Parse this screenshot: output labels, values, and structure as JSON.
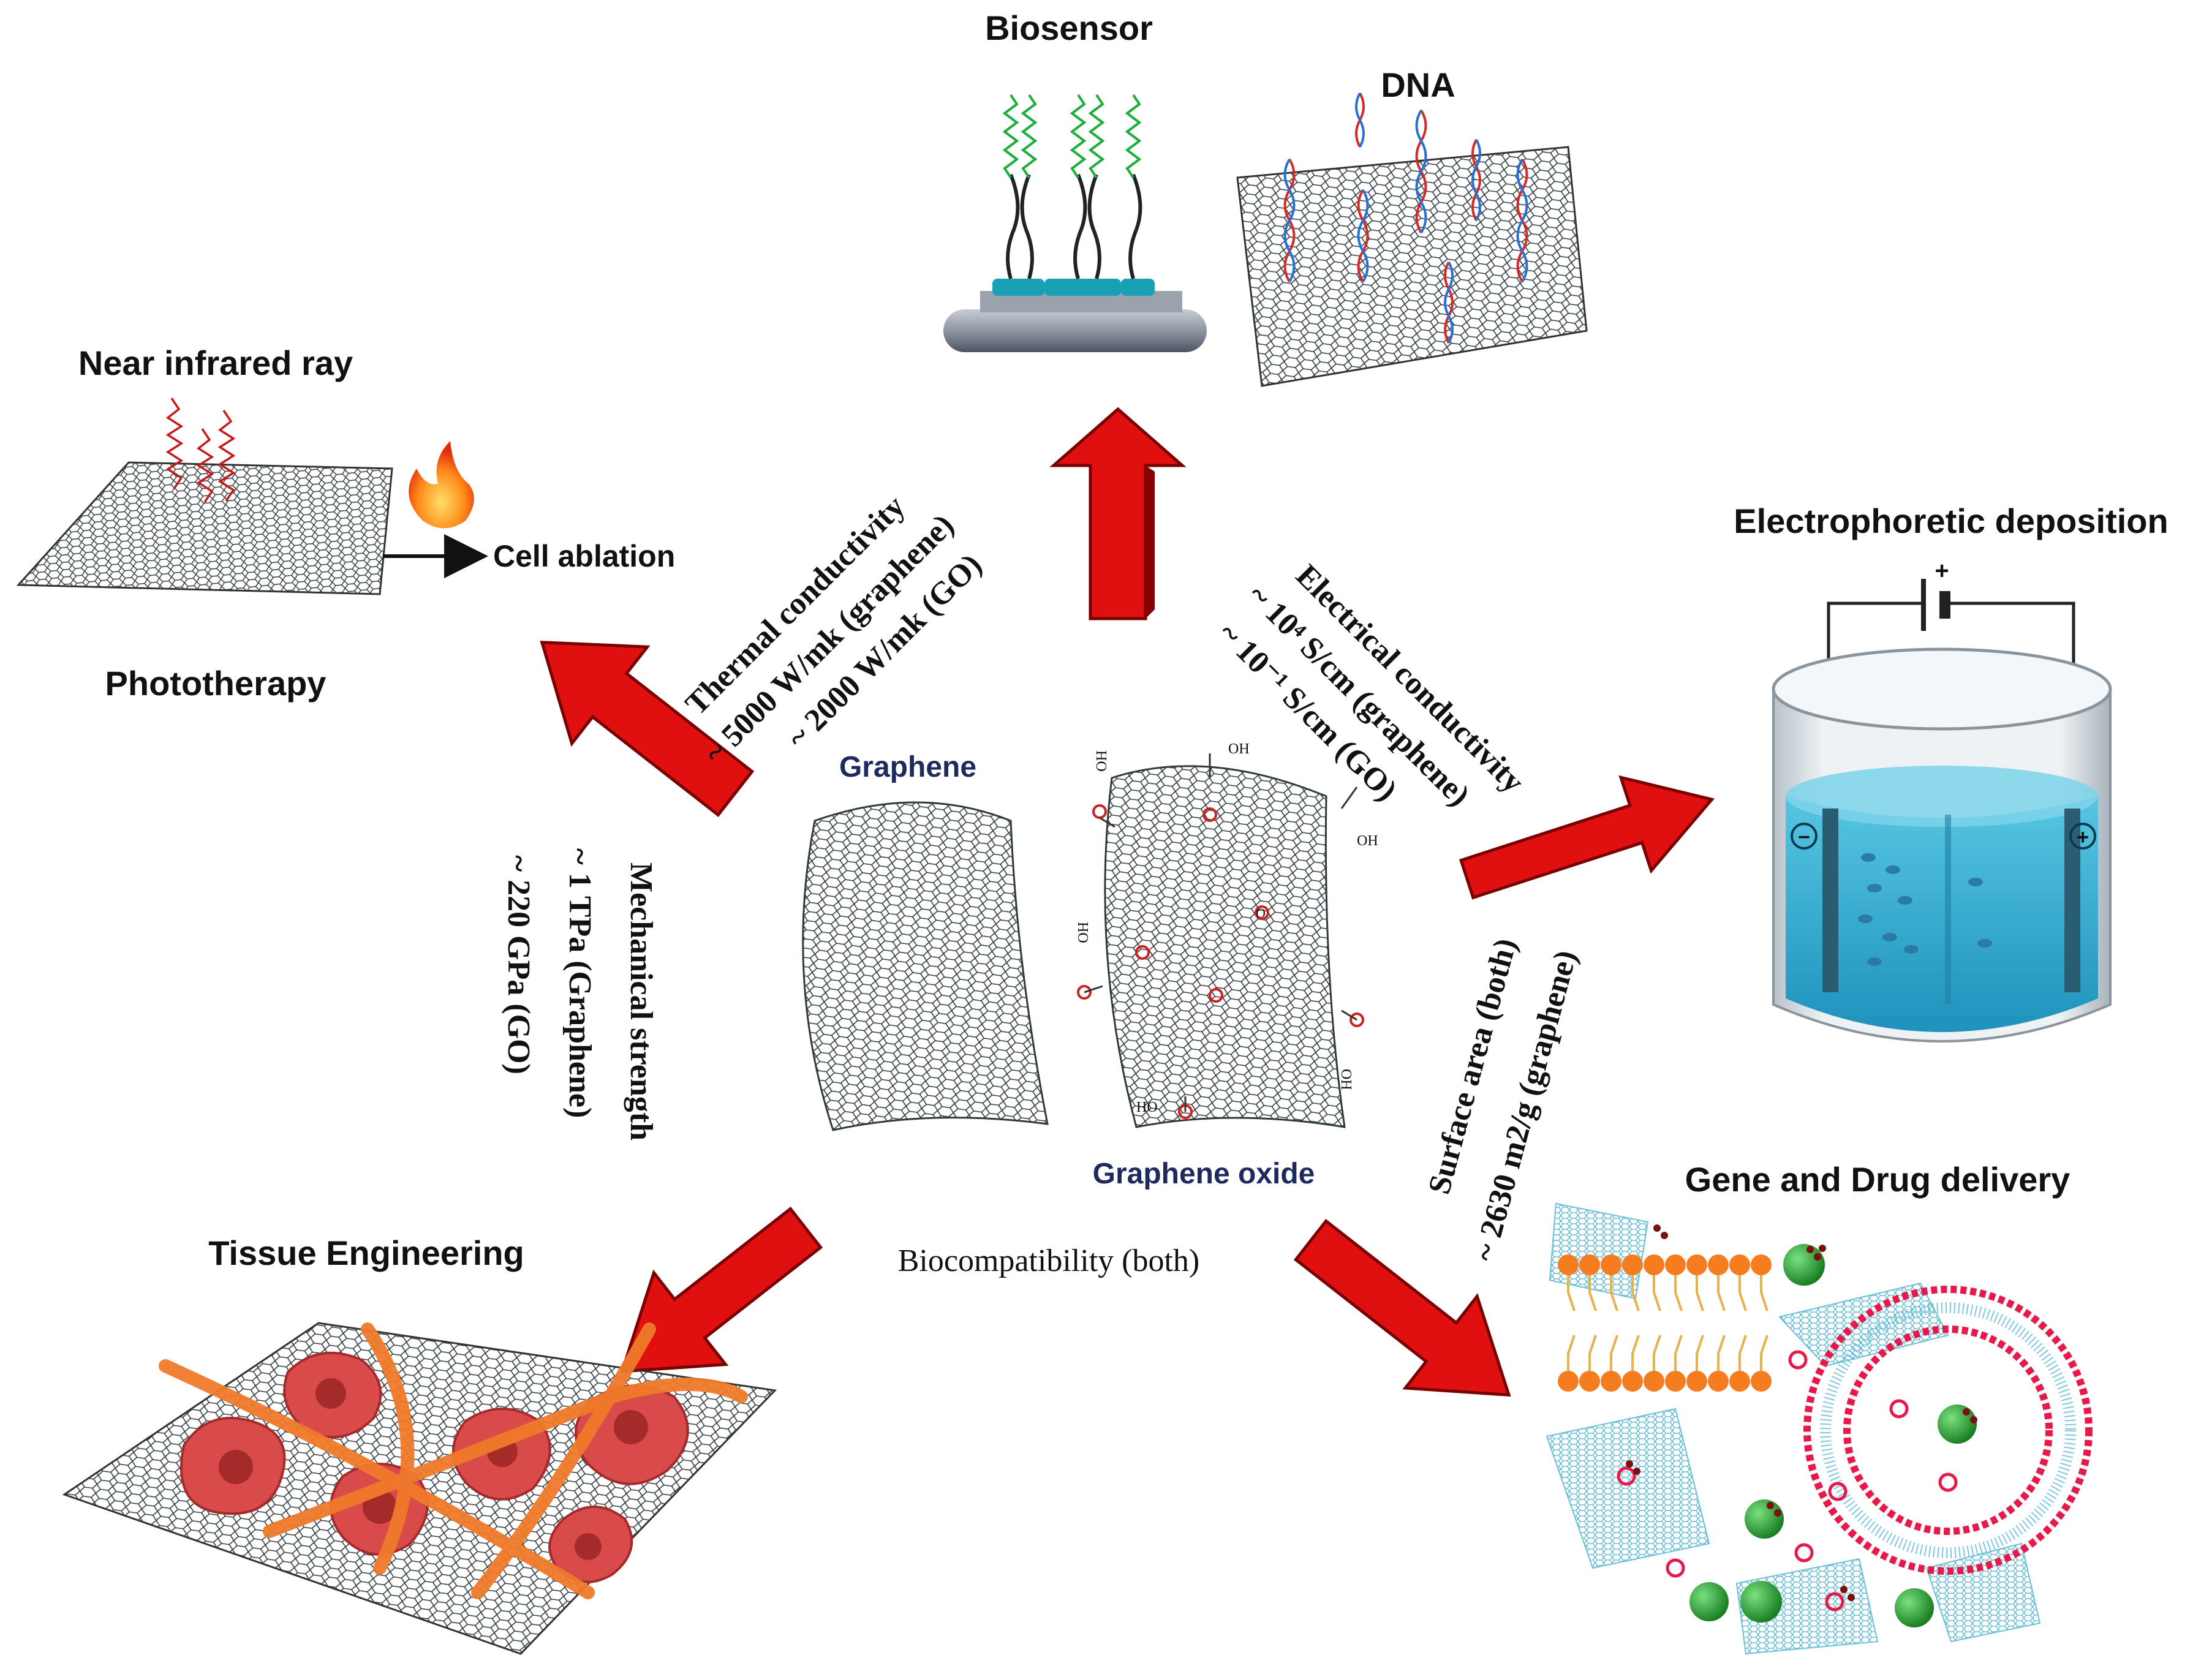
{
  "labels": {
    "biosensor": "Biosensor",
    "dna": "DNA",
    "near_infrared": "Near infrared ray",
    "cell_ablation": "Cell ablation",
    "phototherapy": "Phototherapy",
    "electrophoretic": "Electrophoretic deposition",
    "gene_drug": "Gene and Drug delivery",
    "tissue": "Tissue Engineering",
    "graphene": "Graphene",
    "graphene_oxide": "Graphene oxide",
    "biocompat": "Biocompatibility (both)"
  },
  "properties": {
    "thermal": {
      "title": "Thermal conductivity",
      "line1": "~ 5000 W/mk (graphene)",
      "line2": "~ 2000 W/mk (GO)"
    },
    "electrical": {
      "title": "Electrical conductivity",
      "line1": "~ 10⁴ S/cm (graphene)",
      "line2": "~ 10⁻¹ S/cm (GO)"
    },
    "mechanical": {
      "title": "Mechanical strength",
      "line1": "~ 1 TPa (Graphene)",
      "line2": "~ 220 GPa (GO)"
    },
    "surface": {
      "title": "Surface area (both)",
      "line1": "~ 2630 m2/g (graphene)"
    }
  },
  "go_groups": [
    "HO",
    "OH",
    "O"
  ],
  "electrodes": {
    "neg": "−",
    "pos": "+",
    "battery_plus": "+"
  },
  "colors": {
    "arrow_red": "#e01010",
    "arrow_dark": "#8a0000",
    "water": "#3cb4d6",
    "chip": "#1aa0b5",
    "cell": "#d94a4a",
    "fiber": "#f07a2a",
    "lipid": "#f57c1f",
    "drug": "#1d9a2a",
    "navy": "#1c2a5e"
  }
}
